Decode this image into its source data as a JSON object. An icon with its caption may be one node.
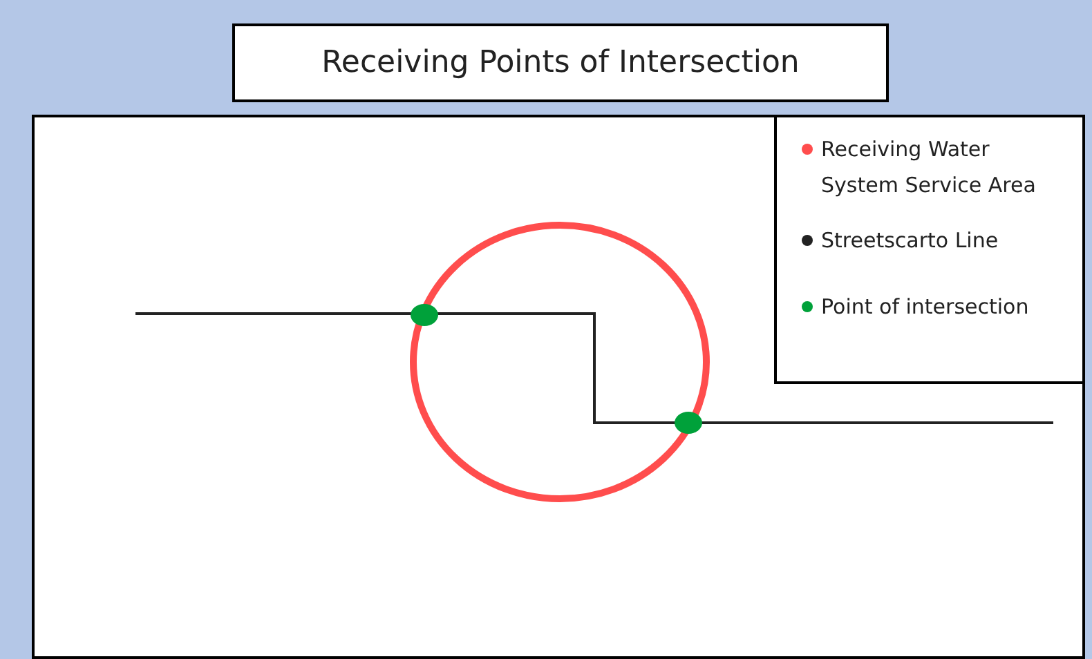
{
  "diagram": {
    "title": "Receiving Points of Intersection",
    "legend": [
      {
        "text": "Receiving Water System Service Area",
        "color": "#ff4d4d"
      },
      {
        "text": "Streetscarto Line",
        "color": "#222222"
      },
      {
        "text": "Point of intersection",
        "color": "#00a13a"
      }
    ]
  }
}
